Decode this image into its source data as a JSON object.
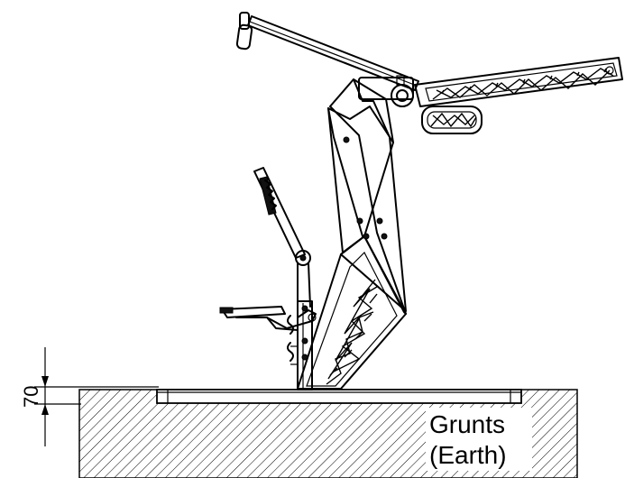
{
  "drawing": {
    "dimension": {
      "value": "70"
    },
    "ground_label": {
      "line1": "Grunts",
      "line2": "(Earth)"
    }
  }
}
